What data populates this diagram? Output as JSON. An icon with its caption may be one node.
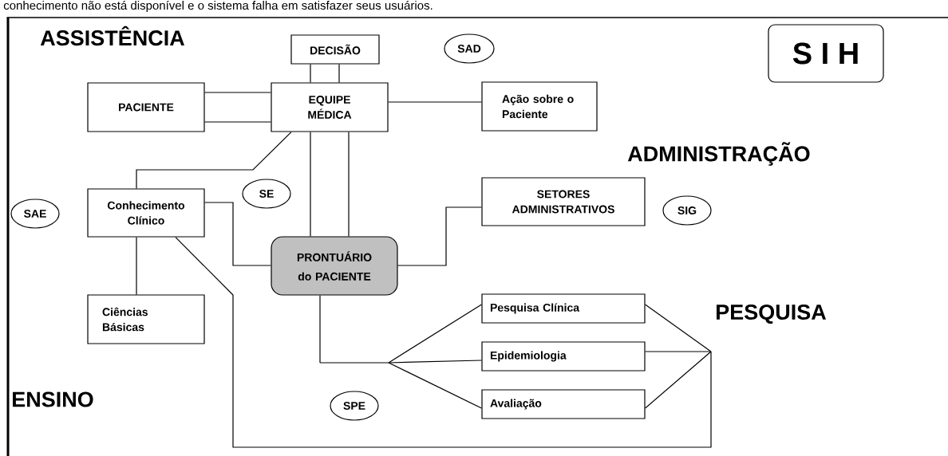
{
  "diagram": {
    "nodes": [
      {
        "text": [
          "DECISÃO"
        ]
      },
      {
        "text": [
          "SAD"
        ]
      },
      {
        "text": [
          "S I H"
        ]
      },
      {
        "text": [
          "PACIENTE"
        ]
      },
      {
        "text": [
          "EQUIPE MÉDICA"
        ]
      },
      {
        "text": [
          "Ação sobre o Paciente"
        ]
      },
      {
        "text": [
          "SE"
        ]
      },
      {
        "text": [
          "SAE"
        ]
      },
      {
        "text": [
          "Conhecimento Clínico"
        ]
      },
      {
        "text": [
          "SETORES ADMINISTRATIVOS"
        ]
      },
      {
        "text": [
          "SIG"
        ]
      },
      {
        "text": [
          "PRONTUÁRIO do PACIENTE"
        ]
      },
      {
        "text": [
          "Ciências Básicas"
        ]
      },
      {
        "text": [
          "Pesquisa Clínica"
        ]
      },
      {
        "text": [
          "Epidemiologia"
        ]
      },
      {
        "text": [
          "Avaliação"
        ]
      },
      {
        "text": [
          "SPE"
        ]
      }
    ],
    "edges": [
      {
        "from": 0,
        "to": 4,
        "arrow": "none"
      },
      {
        "from": 0,
        "to": 4,
        "arrow": "none"
      },
      {
        "from": 3,
        "to": 4,
        "arrow": "none"
      },
      {
        "from": 3,
        "to": 4,
        "arrow": "none"
      },
      {
        "from": 4,
        "to": 5,
        "arrow": "none"
      },
      {
        "from": 4,
        "to": 8,
        "arrow": "none"
      },
      {
        "from": 4,
        "to": 11,
        "arrow": "none"
      },
      {
        "from": 4,
        "to": 11,
        "arrow": "none"
      },
      {
        "from": 8,
        "to": 11,
        "arrow": "none"
      },
      {
        "from": 11,
        "to": 9,
        "arrow": "none"
      },
      {
        "from": 8,
        "to": 12,
        "arrow": "none"
      },
      {
        "from": 11,
        "to": 13,
        "arrow": "none"
      },
      {
        "from": 11,
        "to": 14,
        "arrow": "none"
      },
      {
        "from": 11,
        "to": 15,
        "arrow": "none"
      },
      {
        "from": 13,
        "to": 8,
        "arrow": "none"
      },
      {
        "from": 14,
        "to": 8,
        "arrow": "none"
      },
      {
        "from": 15,
        "to": 8,
        "arrow": "none"
      }
    ],
    "labels": [
      "conhecimento não está disponível e o sistema falha em satisfazer seus usuários.",
      "ASSISTÊNCIA",
      "ADMINISTRAÇÃO",
      "PESQUISA",
      "ENSINO"
    ]
  }
}
